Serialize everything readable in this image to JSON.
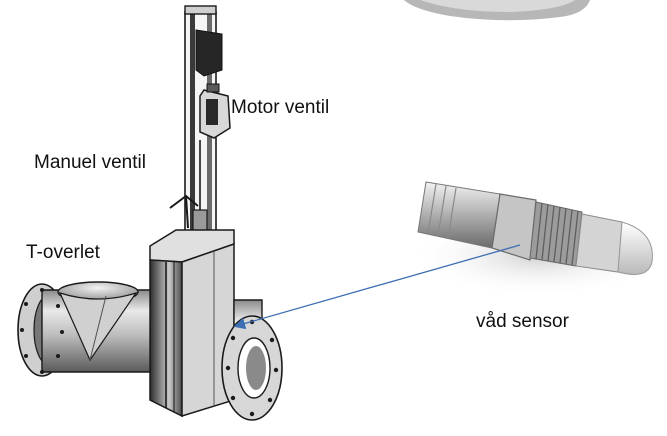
{
  "labels": {
    "motor_valve": "Motor ventil",
    "manual_valve": "Manuel ventil",
    "t_outlet": "T-overlet",
    "wet_sensor": "våd sensor"
  },
  "colors": {
    "arrow": "#3d6fb3",
    "steel_light": "#e4e4e4",
    "steel_mid": "#a9a9a9",
    "steel_dark": "#3a3a3a",
    "outline": "#1a1a1a"
  }
}
